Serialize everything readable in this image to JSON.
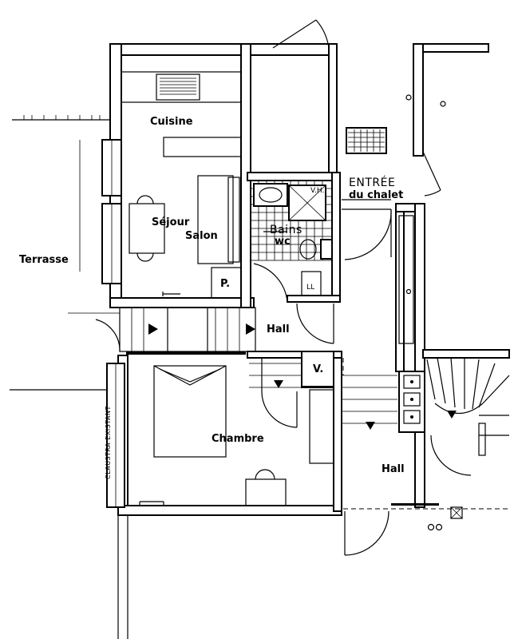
{
  "rooms": {
    "cuisine": "Cuisine",
    "sejour": "Séjour",
    "salon": "Salon",
    "terrasse": "Terrasse",
    "bains": "Bains",
    "wc": "wc",
    "entree": "ENTRÉE",
    "du_chalet": "du chalet",
    "hall_center": "Hall",
    "hall_right": "Hall",
    "chambre": "Chambre",
    "placard_p": "P.",
    "placard_v": "V.",
    "ll": "LL",
    "vh": "V.H.",
    "claustra": "CLAUSTRA EXISTANT"
  },
  "icons": {
    "stair-arrow": "triangle-right",
    "door-swing": "quarter-arc",
    "outlet": "circle-dot"
  }
}
